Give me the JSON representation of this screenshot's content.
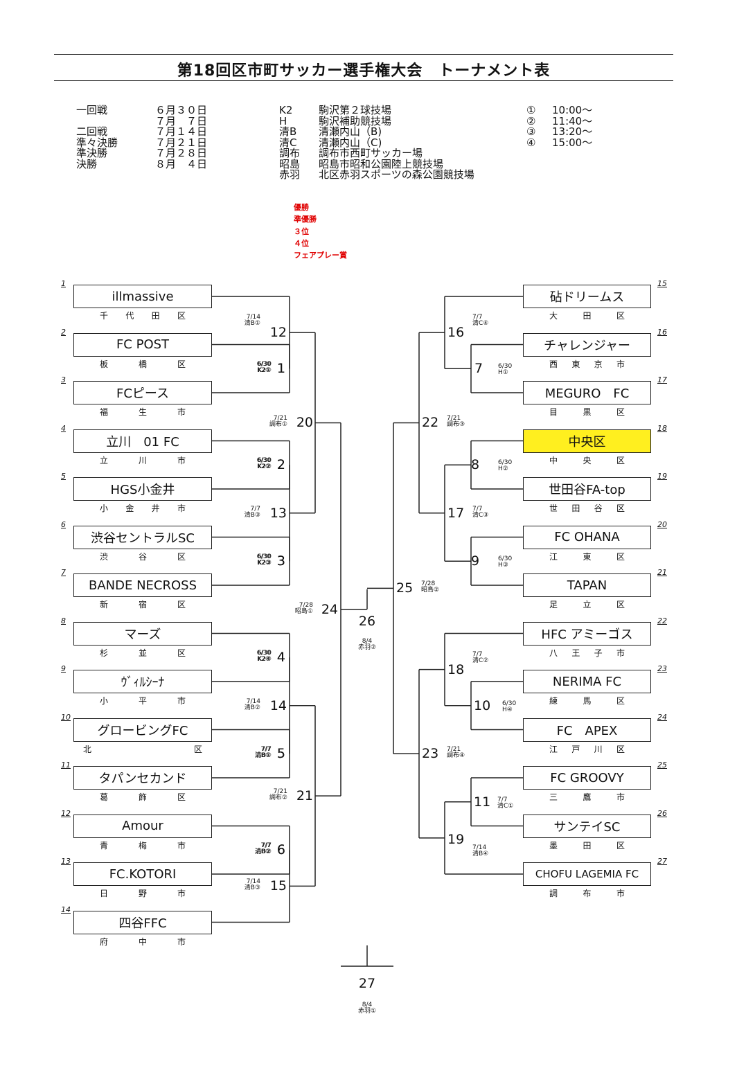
{
  "title": "第18回区市町サッカー選手権大会　トーナメント表",
  "schedule": [
    {
      "round": "一回戦",
      "date": "６月３０日"
    },
    {
      "round": "",
      "date": "７月　７日"
    },
    {
      "round": "二回戦",
      "date": "７月１４日"
    },
    {
      "round": "準々決勝",
      "date": "７月２１日"
    },
    {
      "round": "準決勝",
      "date": "７月２８日"
    },
    {
      "round": "決勝",
      "date": "８月　４日"
    }
  ],
  "venues": [
    {
      "code": "K2",
      "name": "駒沢第２球技場"
    },
    {
      "code": "H",
      "name": "駒沢補助競技場"
    },
    {
      "code": "清B",
      "name": "清瀬内山（B)"
    },
    {
      "code": "清C",
      "name": "清瀬内山（C)"
    },
    {
      "code": "調布",
      "name": "調布市西町サッカー場"
    },
    {
      "code": "昭島",
      "name": "昭島市昭和公園陸上競技場"
    },
    {
      "code": "赤羽",
      "name": "北区赤羽スポーツの森公園競技場"
    }
  ],
  "times": [
    {
      "slot": "①",
      "time": "10:00～"
    },
    {
      "slot": "②",
      "time": "11:40～"
    },
    {
      "slot": "③",
      "time": "13:20～"
    },
    {
      "slot": "④",
      "time": "15:00～"
    }
  ],
  "awards": [
    "優勝",
    "準優勝",
    "３位",
    "４位",
    "フェアプレー賞"
  ],
  "teams": [
    {
      "seed": "1",
      "name": "illmassive",
      "ward": [
        "千",
        "代",
        "田",
        "区"
      ]
    },
    {
      "seed": "2",
      "name": "FC POST",
      "ward": [
        "板",
        "橋",
        "区"
      ]
    },
    {
      "seed": "3",
      "name": "FCピース",
      "ward": [
        "福",
        "生",
        "市"
      ]
    },
    {
      "seed": "4",
      "name": "立川　01 FC",
      "ward": [
        "立",
        "川",
        "市"
      ]
    },
    {
      "seed": "5",
      "name": "HGS小金井",
      "ward": [
        "小",
        "金",
        "井",
        "市"
      ]
    },
    {
      "seed": "6",
      "name": "渋谷セントラルSC",
      "ward": [
        "渋",
        "谷",
        "区"
      ]
    },
    {
      "seed": "7",
      "name": "BANDE NECROSS",
      "ward": [
        "新",
        "宿",
        "区"
      ]
    },
    {
      "seed": "8",
      "name": "マーズ",
      "ward": [
        "杉",
        "並",
        "区"
      ]
    },
    {
      "seed": "9",
      "name": "ｳﾞｨﾙｼｰﾅ",
      "ward": [
        "小",
        "平",
        "市"
      ]
    },
    {
      "seed": "10",
      "name": "グロービングFC",
      "ward": [
        "北",
        "区"
      ]
    },
    {
      "seed": "11",
      "name": "タパンセカンド",
      "ward": [
        "葛",
        "飾",
        "区"
      ]
    },
    {
      "seed": "12",
      "name": "Amour",
      "ward": [
        "青",
        "梅",
        "市"
      ]
    },
    {
      "seed": "13",
      "name": "FC.KOTORI",
      "ward": [
        "日",
        "野",
        "市"
      ]
    },
    {
      "seed": "14",
      "name": "四谷FFC",
      "ward": [
        "府",
        "中",
        "市"
      ]
    },
    {
      "seed": "15",
      "name": "砧ドリームス",
      "ward": [
        "大",
        "田",
        "区"
      ]
    },
    {
      "seed": "16",
      "name": "チャレンジャー",
      "ward": [
        "西",
        "東",
        "京",
        "市"
      ]
    },
    {
      "seed": "17",
      "name": "MEGURO　FC",
      "ward": [
        "目",
        "黒",
        "区"
      ]
    },
    {
      "seed": "18",
      "name": "中央区",
      "ward": [
        "中",
        "央",
        "区"
      ],
      "highlight": true
    },
    {
      "seed": "19",
      "name": "世田谷FA-top",
      "ward": [
        "世",
        "田",
        "谷",
        "区"
      ]
    },
    {
      "seed": "20",
      "name": "FC OHANA",
      "ward": [
        "江",
        "東",
        "区"
      ]
    },
    {
      "seed": "21",
      "name": "TAPAN",
      "ward": [
        "足",
        "立",
        "区"
      ]
    },
    {
      "seed": "22",
      "name": "HFC アミーゴス",
      "ward": [
        "八",
        "王",
        "子",
        "市"
      ]
    },
    {
      "seed": "23",
      "name": "NERIMA FC",
      "ward": [
        "練",
        "馬",
        "区"
      ]
    },
    {
      "seed": "24",
      "name": "FC　APEX",
      "ward": [
        "江",
        "戸",
        "川",
        "区"
      ]
    },
    {
      "seed": "25",
      "name": "FC GROOVY",
      "ward": [
        "三",
        "鷹",
        "市"
      ]
    },
    {
      "seed": "26",
      "name": "サンテイSC",
      "ward": [
        "墨",
        "田",
        "区"
      ]
    },
    {
      "seed": "27",
      "name": "CHOFU LAGEMIA FC",
      "ward": [
        "調",
        "布",
        "市"
      ]
    }
  ],
  "matches": [
    {
      "no": "1",
      "date": "6/30",
      "venue": "K2①"
    },
    {
      "no": "2",
      "date": "6/30",
      "venue": "K2②"
    },
    {
      "no": "3",
      "date": "6/30",
      "venue": "K2③"
    },
    {
      "no": "4",
      "date": "6/30",
      "venue": "K2④"
    },
    {
      "no": "5",
      "date": "7/7",
      "venue": "清B①"
    },
    {
      "no": "6",
      "date": "7/7",
      "venue": "清B②"
    },
    {
      "no": "7",
      "date": "6/30",
      "venue": "H①"
    },
    {
      "no": "8",
      "date": "6/30",
      "venue": "H②"
    },
    {
      "no": "9",
      "date": "6/30",
      "venue": "H③"
    },
    {
      "no": "10",
      "date": "6/30",
      "venue": "H④"
    },
    {
      "no": "11",
      "date": "7/7",
      "venue": "清C①"
    },
    {
      "no": "12",
      "date": "7/14",
      "venue": "清B①"
    },
    {
      "no": "13",
      "date": "7/7",
      "venue": "清B③"
    },
    {
      "no": "14",
      "date": "7/14",
      "venue": "清B②"
    },
    {
      "no": "15",
      "date": "7/14",
      "venue": "清B③"
    },
    {
      "no": "16",
      "date": "7/7",
      "venue": "清C④"
    },
    {
      "no": "17",
      "date": "7/7",
      "venue": "清C③"
    },
    {
      "no": "18",
      "date": "7/7",
      "venue": "清C②"
    },
    {
      "no": "19",
      "date": "7/14",
      "venue": "清B④"
    },
    {
      "no": "20",
      "date": "7/21",
      "venue": "調布①"
    },
    {
      "no": "21",
      "date": "7/21",
      "venue": "調布②"
    },
    {
      "no": "22",
      "date": "7/21",
      "venue": "調布③"
    },
    {
      "no": "23",
      "date": "7/21",
      "venue": "調布④"
    },
    {
      "no": "24",
      "date": "7/28",
      "venue": "昭島①"
    },
    {
      "no": "25",
      "date": "7/28",
      "venue": "昭島②"
    },
    {
      "no": "26",
      "date": "8/4",
      "venue": "赤羽②"
    },
    {
      "no": "27",
      "date": "8/4",
      "venue": "赤羽①"
    }
  ]
}
